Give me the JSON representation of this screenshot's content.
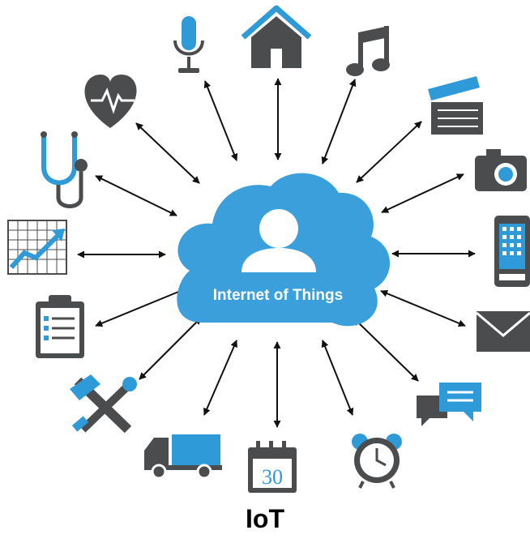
{
  "diagram": {
    "cloud_label": "Internet of Things",
    "calendar_day": "30",
    "nodes": [
      {
        "icon": "microphone-icon"
      },
      {
        "icon": "home-icon"
      },
      {
        "icon": "music-note-icon"
      },
      {
        "icon": "clapperboard-icon"
      },
      {
        "icon": "camera-icon"
      },
      {
        "icon": "tablet-icon"
      },
      {
        "icon": "envelope-icon"
      },
      {
        "icon": "chat-bubbles-icon"
      },
      {
        "icon": "alarm-clock-icon"
      },
      {
        "icon": "calendar-icon"
      },
      {
        "icon": "delivery-truck-icon"
      },
      {
        "icon": "tools-icon"
      },
      {
        "icon": "clipboard-icon"
      },
      {
        "icon": "growth-chart-icon"
      },
      {
        "icon": "stethoscope-icon"
      },
      {
        "icon": "heart-rate-icon"
      }
    ],
    "colors": {
      "dark": "#4a4c4e",
      "blue": "#2f9ad8",
      "arrow": "#111111"
    }
  },
  "caption": "IoT"
}
